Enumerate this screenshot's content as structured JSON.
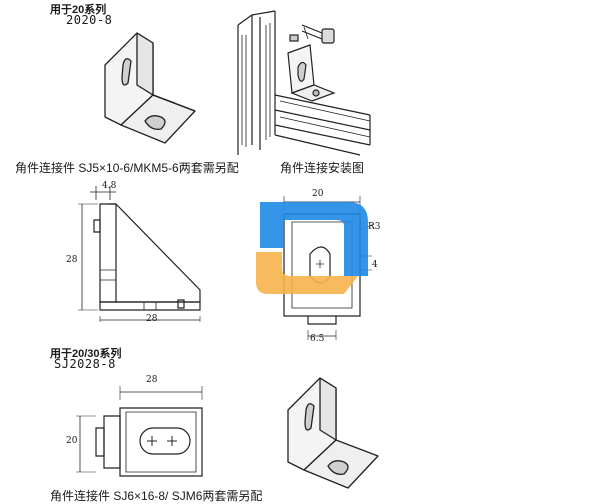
{
  "section1": {
    "series_title": "用于20系列",
    "model": "2020-8",
    "caption_left": "角件连接件 SJ5×10-6/MKM5-6两套需另配",
    "caption_right": "角件连接安装图"
  },
  "section2": {
    "dims_left": {
      "top": "4.8",
      "height": "28",
      "width": "28"
    },
    "dims_right": {
      "width": "20",
      "radius": "R3",
      "offset": "4",
      "bottom": "6.5"
    }
  },
  "section3": {
    "series_title": "用于20/30系列",
    "model": "SJ2028-8",
    "dim_width": "28",
    "dim_height": "20",
    "caption": "角件连接件 SJ6×16-8/ SJM6两套需另配"
  },
  "watermark": {
    "colors": {
      "blue": "#1e88e5",
      "orange": "#f6b24a"
    }
  }
}
